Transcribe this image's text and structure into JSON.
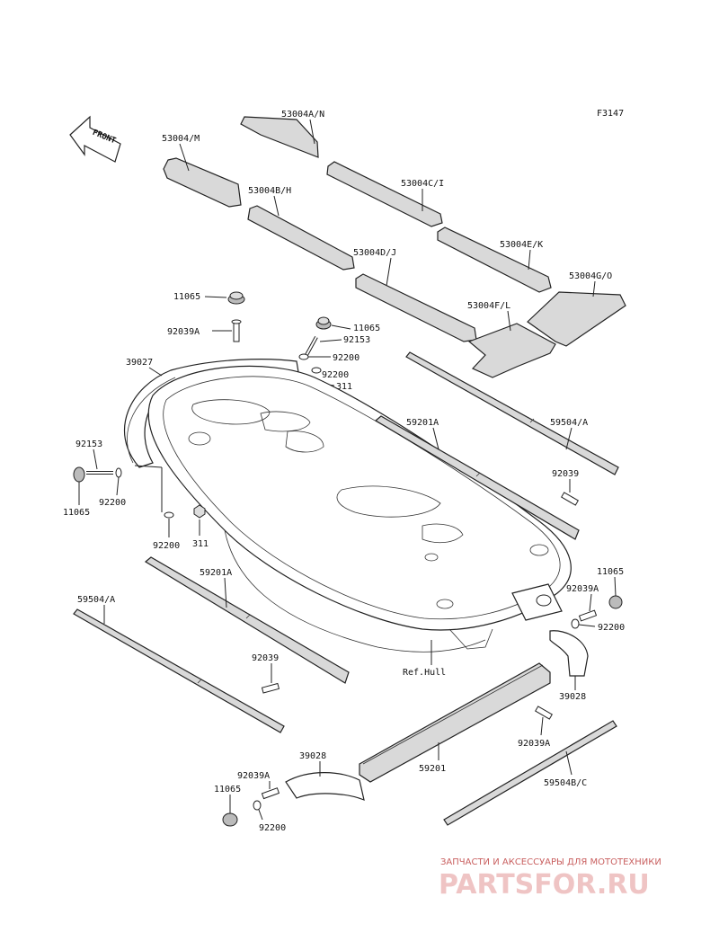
{
  "figure_code": "F3147",
  "front_label": "FRONT",
  "ref_hull": "Ref.Hull",
  "labels": {
    "l_53004AN": "53004A/N",
    "l_53004M": "53004/M",
    "l_53004CI": "53004C/I",
    "l_53004BH": "53004B/H",
    "l_53004EK": "53004E/K",
    "l_53004DJ": "53004D/J",
    "l_53004GO": "53004G/O",
    "l_53004FL": "53004F/L",
    "l_11065_a": "11065",
    "l_92039A_a": "92039A",
    "l_11065_b": "11065",
    "l_92153_a": "92153",
    "l_39027": "39027",
    "l_92200_a": "92200",
    "l_92200_b": "92200",
    "l_311_a": "311",
    "l_59201A_a": "59201A",
    "l_59504A_a": "59504/A",
    "l_92153_b": "92153",
    "l_92039_a": "92039",
    "l_11065_c": "11065",
    "l_92200_c": "92200",
    "l_92200_d": "92200",
    "l_311_b": "311",
    "l_59201A_b": "59201A",
    "l_11065_d": "11065",
    "l_92039A_b": "92039A",
    "l_59504A_b": "59504/A",
    "l_92200_e": "92200",
    "l_92039_b": "92039",
    "l_39028_a": "39028",
    "l_92039A_c": "92039A",
    "l_39028_b": "39028",
    "l_59201": "59201",
    "l_59504BC": "59504B/C",
    "l_92039A_d": "92039A",
    "l_11065_e": "11065",
    "l_92200_f": "92200"
  },
  "watermark": {
    "top": "ЗАПЧАСТИ И АКСЕССУАРЫ ДЛЯ МОТОТЕХНИКИ",
    "brand": "PARTSFOR.RU"
  }
}
